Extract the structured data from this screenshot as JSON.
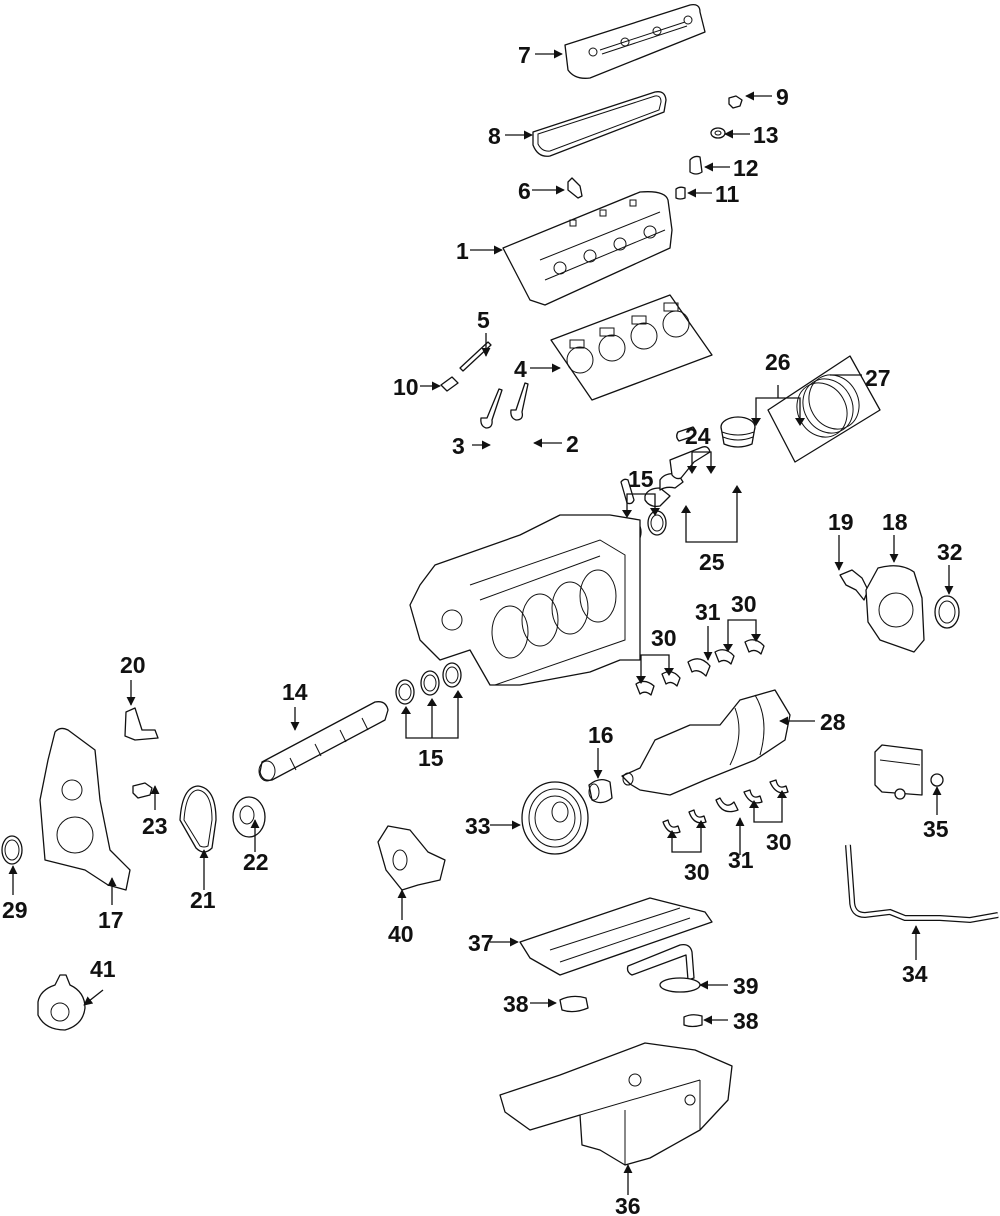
{
  "diagram": {
    "type": "exploded-parts-diagram",
    "subject": "Engine assembly",
    "colors": {
      "line": "#111111",
      "background": "#ffffff"
    },
    "callouts": {
      "c1": "1",
      "c2": "2",
      "c3": "3",
      "c4": "4",
      "c5": "5",
      "c6": "6",
      "c7": "7",
      "c8": "8",
      "c9": "9",
      "c10": "10",
      "c11": "11",
      "c12": "12",
      "c13": "13",
      "c14": "14",
      "c15a": "15",
      "c15b": "15",
      "c16": "16",
      "c17": "17",
      "c18": "18",
      "c19": "19",
      "c20": "20",
      "c21": "21",
      "c22": "22",
      "c23": "23",
      "c24": "24",
      "c25": "25",
      "c26": "26",
      "c27": "27",
      "c28": "28",
      "c29": "29",
      "c30a": "30",
      "c30b": "30",
      "c30c": "30",
      "c30d": "30",
      "c31a": "31",
      "c31b": "31",
      "c32": "32",
      "c33": "33",
      "c34": "34",
      "c35": "35",
      "c36": "36",
      "c37": "37",
      "c38a": "38",
      "c38b": "38",
      "c39": "39",
      "c40": "40",
      "c41": "41"
    }
  }
}
